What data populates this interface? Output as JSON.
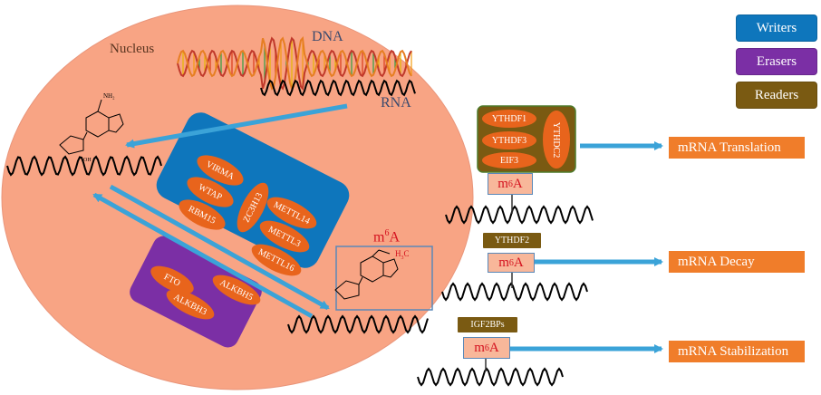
{
  "legend": {
    "writers": {
      "label": "Writers",
      "color": "#0e76bc"
    },
    "erasers": {
      "label": "Erasers",
      "color": "#7b2fa5"
    },
    "readers": {
      "label": "Readers",
      "color": "#7a5a12"
    }
  },
  "labels": {
    "nucleus": "Nucleus",
    "dna": "DNA",
    "rna": "RNA",
    "m6a": "m6A",
    "h3c": "H3C"
  },
  "writers_complex": [
    "VIRMA",
    "WTAP",
    "RBM15",
    "ZC3H13",
    "METTL14",
    "METTL3",
    "METTL16"
  ],
  "erasers_complex": [
    "FTO",
    "ALKBH5",
    "ALKBH3"
  ],
  "readers": {
    "translation_group": [
      "YTHDF1",
      "YTHDF3",
      "EIF3",
      "YTHDC2"
    ],
    "decay": "YTHDF2",
    "stabilization": "IGF2BPs"
  },
  "outcomes": {
    "translation": "mRNA Translation",
    "decay": "mRNA Decay",
    "stabilization": "mRNA Stabilization"
  },
  "colors": {
    "nucleus_fill": "#f8a484",
    "ellipse_fill": "#e8641c",
    "arrow": "#3ba3d8",
    "outcome_fill": "#f07d2a",
    "m6a_text": "#d4111e"
  }
}
